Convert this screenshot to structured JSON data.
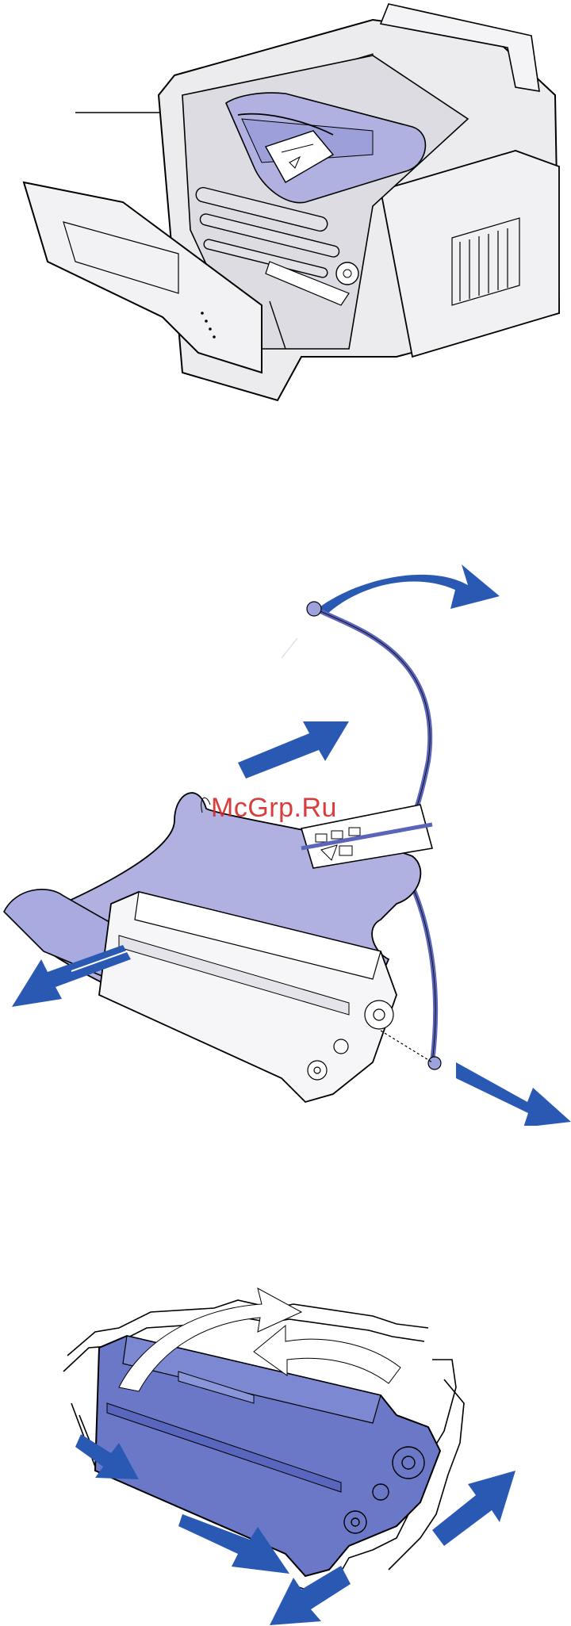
{
  "watermark": "McGrp.Ru",
  "colors": {
    "wrap_lavender": "#b0b1e0",
    "cartridge_blue": "#6b78c8",
    "arrow_blue": "#2a59b4",
    "line_black": "#000000",
    "printer_gray": "#e7e7ea"
  },
  "icons": {
    "figure_1": "printer-open-cover-illustration",
    "figure_2": "cartridge-unwrap-illustration",
    "figure_3": "cartridge-shake-illustration"
  }
}
